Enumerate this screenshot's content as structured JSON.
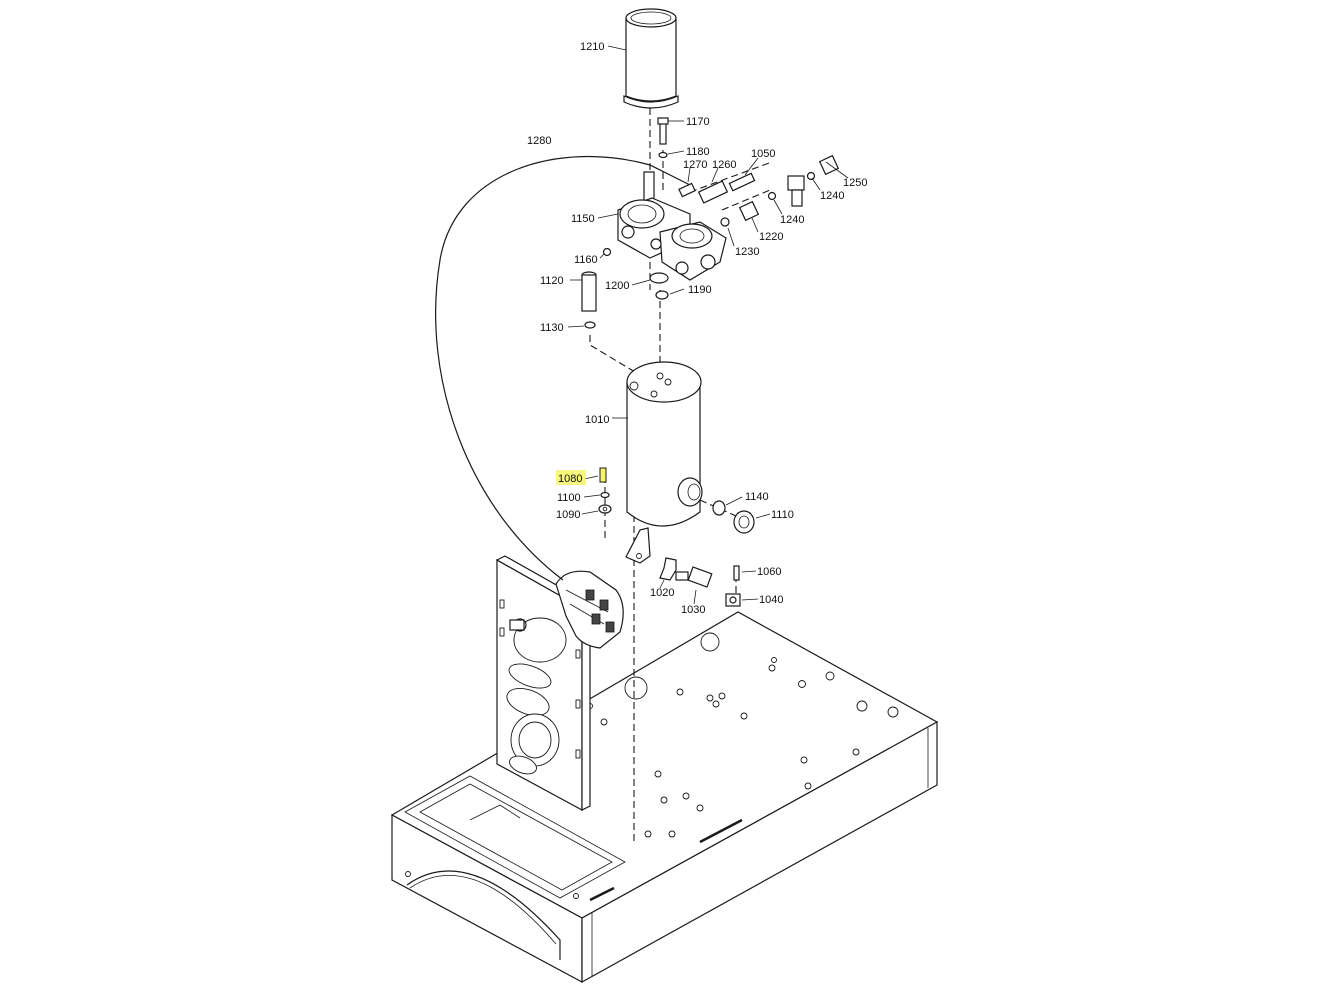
{
  "diagram": {
    "highlight_color": "#f5f56a",
    "highlighted_part": "1080",
    "labels": {
      "p1210": "1210",
      "p1170": "1170",
      "p1180": "1180",
      "p1270": "1270",
      "p1260": "1260",
      "p1050": "1050",
      "p1280": "1280",
      "p1250": "1250",
      "p1240a": "1240",
      "p1240b": "1240",
      "p1220": "1220",
      "p1230": "1230",
      "p1150": "1150",
      "p1160": "1160",
      "p1120": "1120",
      "p1200": "1200",
      "p1190": "1190",
      "p1130": "1130",
      "p1010": "1010",
      "p1080": "1080",
      "p1100": "1100",
      "p1090": "1090",
      "p1140": "1140",
      "p1110": "1110",
      "p1060": "1060",
      "p1020": "1020",
      "p1030": "1030",
      "p1040": "1040"
    }
  }
}
